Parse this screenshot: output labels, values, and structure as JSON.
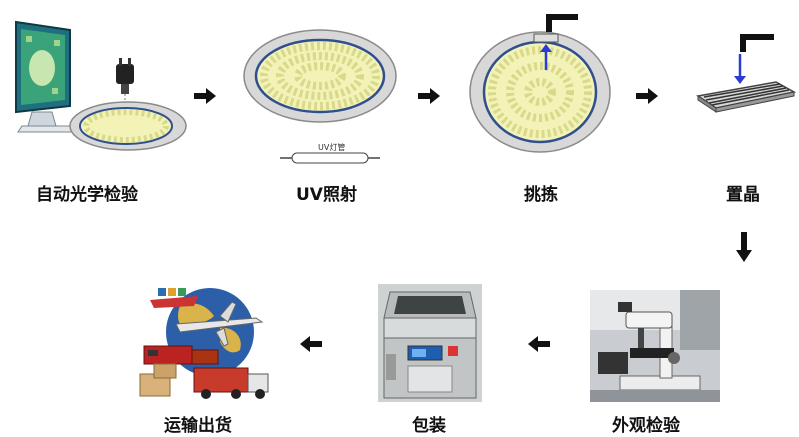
{
  "colors": {
    "wafer_fill": "#f3f3b8",
    "wafer_dot": "#d9d98c",
    "wafer_ring": "#2f4f8f",
    "frame": "#d8d8d8",
    "frame_edge": "#8a8a8a",
    "arrow": "#111111",
    "probe_blue": "#2a3bd6"
  },
  "steps": [
    {
      "id": "aoi",
      "label": "自动光学检验"
    },
    {
      "id": "uv",
      "label": "UV照射",
      "lamp_text": "UV灯管"
    },
    {
      "id": "sort",
      "label": "挑拣"
    },
    {
      "id": "place",
      "label": "置晶"
    },
    {
      "id": "visual",
      "label": "外观检验"
    },
    {
      "id": "package",
      "label": "包装"
    },
    {
      "id": "ship",
      "label": "运输出货"
    }
  ]
}
